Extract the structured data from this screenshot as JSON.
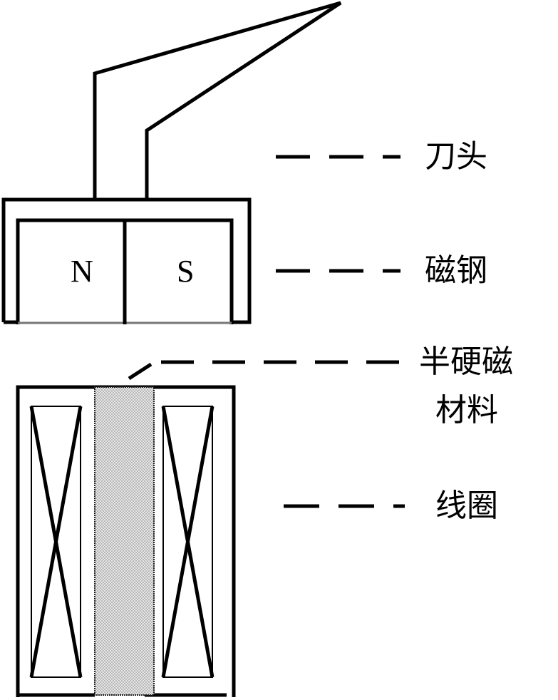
{
  "diagram": {
    "poles": {
      "north": "N",
      "south": "S"
    },
    "labels": {
      "blade": "刀头",
      "magnet": "磁钢",
      "semi_hard_line1": "半硬磁",
      "semi_hard_line2": "材料",
      "coil": "线圈"
    },
    "colors": {
      "stroke": "#000000",
      "core_fill": "#d4d4d4",
      "background": "#ffffff"
    }
  }
}
